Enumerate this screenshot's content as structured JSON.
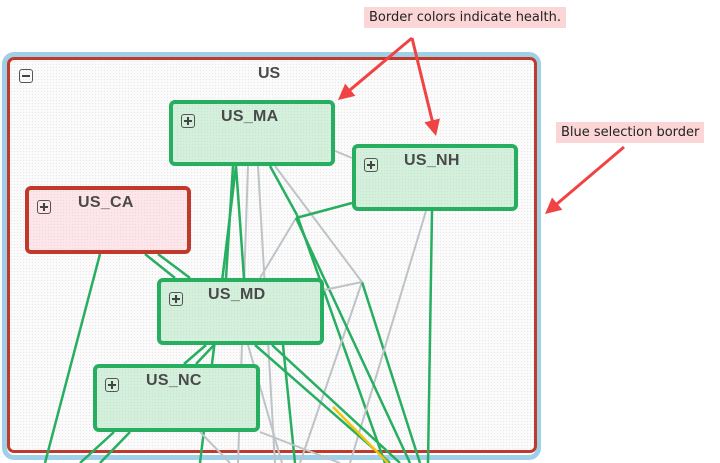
{
  "group": {
    "title": "US",
    "collapse_icon": "minus-square-icon",
    "selection_border_color": "#9ed0e8",
    "health_color": "#c0392b"
  },
  "nodes": [
    {
      "id": "US_MA",
      "label": "US_MA",
      "health": "healthy",
      "expand_icon": "plus-square-icon"
    },
    {
      "id": "US_NH",
      "label": "US_NH",
      "health": "healthy",
      "expand_icon": "plus-square-icon"
    },
    {
      "id": "US_CA",
      "label": "US_CA",
      "health": "critical",
      "expand_icon": "plus-square-icon"
    },
    {
      "id": "US_MD",
      "label": "US_MD",
      "health": "healthy",
      "expand_icon": "plus-square-icon"
    },
    {
      "id": "US_NC",
      "label": "US_NC",
      "health": "healthy",
      "expand_icon": "plus-square-icon"
    }
  ],
  "colors": {
    "healthy": "#27ae60",
    "critical": "#c0392b",
    "warning": "#f1c40f",
    "neutral_edge": "#bdc3c7",
    "annotation_arrow": "#f04444",
    "annotation_bg": "#fcd6d6"
  },
  "annotations": [
    {
      "id": "health",
      "text": "Border colors indicate health."
    },
    {
      "id": "selection",
      "text": "Blue selection border"
    }
  ]
}
